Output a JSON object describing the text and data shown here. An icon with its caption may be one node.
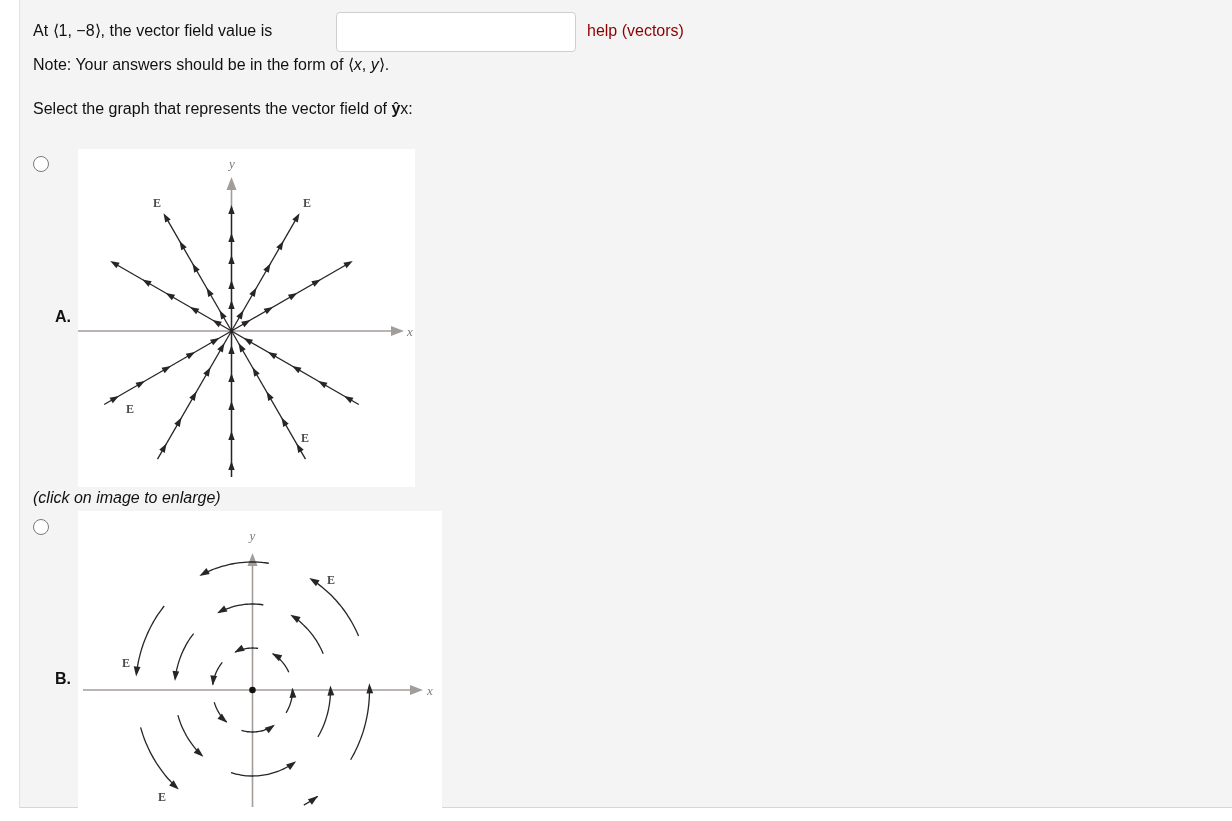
{
  "diagram": {
    "labels": [
      "At ⟨1, −8⟩, the vector field value is",
      "help (vectors)",
      "Note: Your answers should be in the form of ⟨*x*, *y*⟩.",
      "Select the graph that represents the vector field of **ŷ**x:",
      "y",
      "E",
      "E",
      "A.",
      "x",
      "E",
      "E",
      "(click on image to enlarge)",
      "y",
      "E",
      "E",
      "B.",
      "x",
      "E"
    ]
  }
}
